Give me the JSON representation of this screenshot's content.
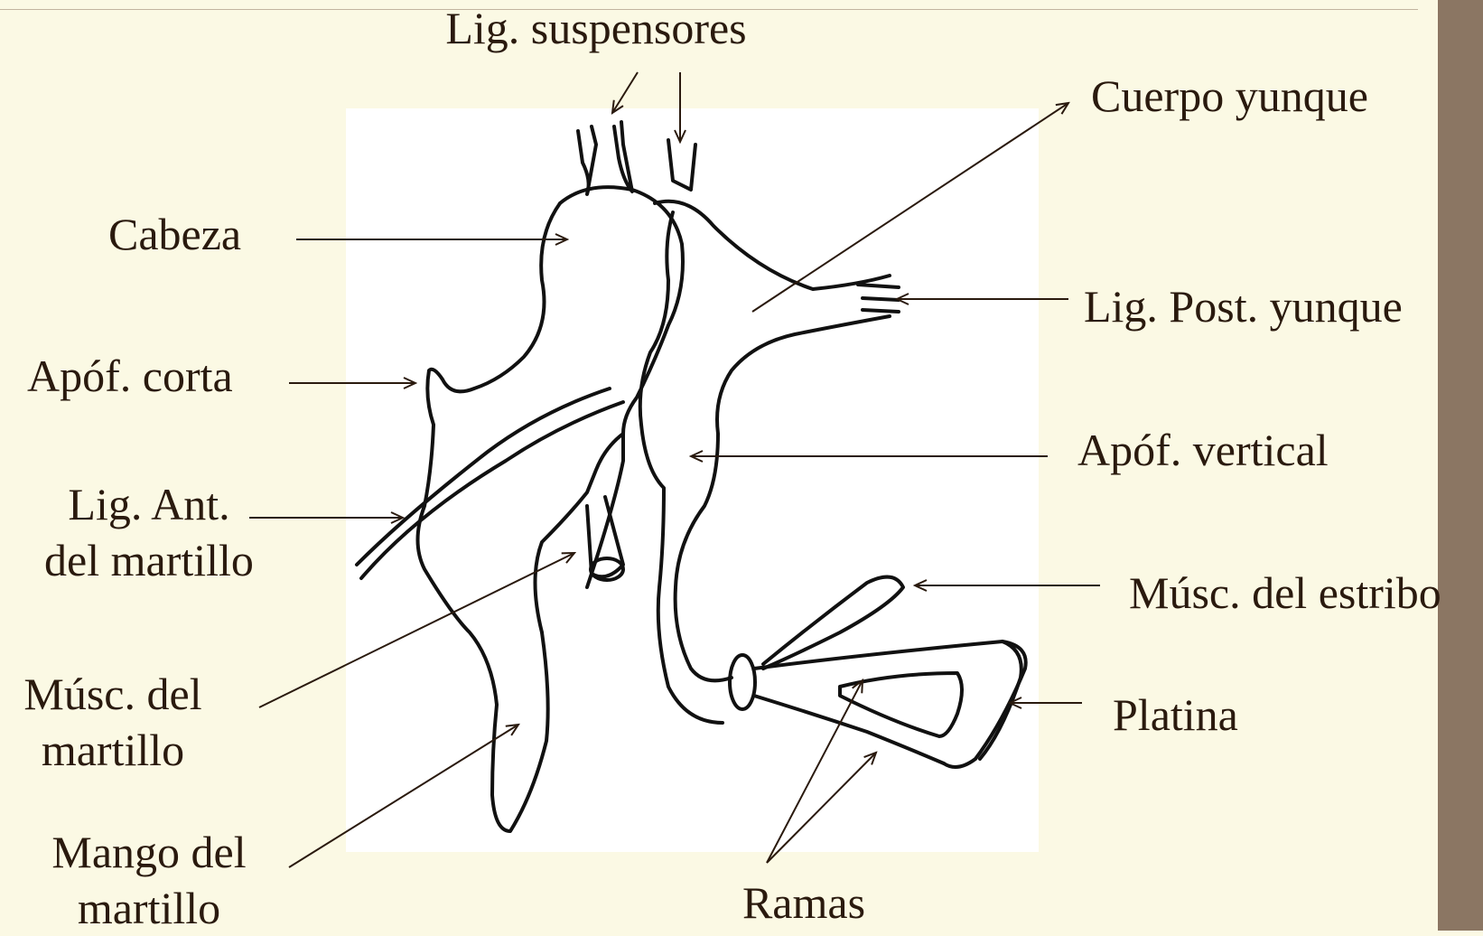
{
  "labels": {
    "lig_suspensores": "Lig. suspensores",
    "cuerpo_yunque": "Cuerpo yunque",
    "cabeza": "Cabeza",
    "lig_post_yunque": "Lig. Post. yunque",
    "apof_corta": "Apóf. corta",
    "apof_vertical": "Apóf. vertical",
    "lig_ant_line1": "Lig. Ant.",
    "lig_ant_line2": "del martillo",
    "musc_estribo": "Músc. del estribo",
    "musc_martillo_line1": "Músc. del",
    "musc_martillo_line2": "martillo",
    "platina": "Platina",
    "mango_line1": "Mango del",
    "mango_line2": "martillo",
    "ramas": "Ramas"
  },
  "colors": {
    "background": "#fbf9e4",
    "text": "#2a1a0e",
    "accent_bar": "#8b7663",
    "drawing_ink": "#111111"
  }
}
